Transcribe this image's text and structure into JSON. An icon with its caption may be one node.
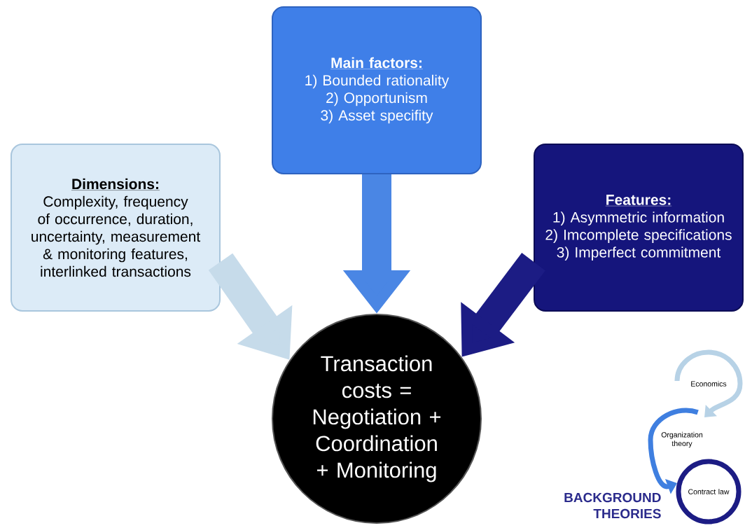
{
  "diagram": {
    "nodes": [
      {
        "text": [
          "Dimensions:",
          "Complexity, frequency of occurrence, duration, uncertainty, measurement & monitoring features, interlinked transactions"
        ]
      },
      {
        "text": [
          "Main factors:",
          "1) Bounded rationality",
          "2) Opportunism",
          "3) Asset specifity"
        ]
      },
      {
        "text": [
          "Features:",
          "1) Asymmetric information",
          "2) Imcomplete specifications",
          "3) Imperfect commitment"
        ]
      },
      {
        "text": [
          "Transaction costs = Negotiation + Coordination + Monitoring"
        ]
      },
      {
        "text": [
          "Economics"
        ]
      },
      {
        "text": [
          "Organization theory"
        ]
      },
      {
        "text": [
          "Contract law"
        ]
      }
    ],
    "edges": [
      {
        "from": 0,
        "to": 3,
        "arrow": "to",
        "color": "#c6dbea"
      },
      {
        "from": 1,
        "to": 3,
        "arrow": "to",
        "color": "#4a86e4"
      },
      {
        "from": 2,
        "to": 3,
        "arrow": "to",
        "color": "#1c1c84"
      },
      {
        "from": 4,
        "to": 5,
        "arrow": "to",
        "color": "#b7d2e6"
      },
      {
        "from": 5,
        "to": 6,
        "arrow": "to",
        "color": "#3f7fe0"
      }
    ],
    "labels": [
      "BACKGROUND THEORIES"
    ]
  }
}
